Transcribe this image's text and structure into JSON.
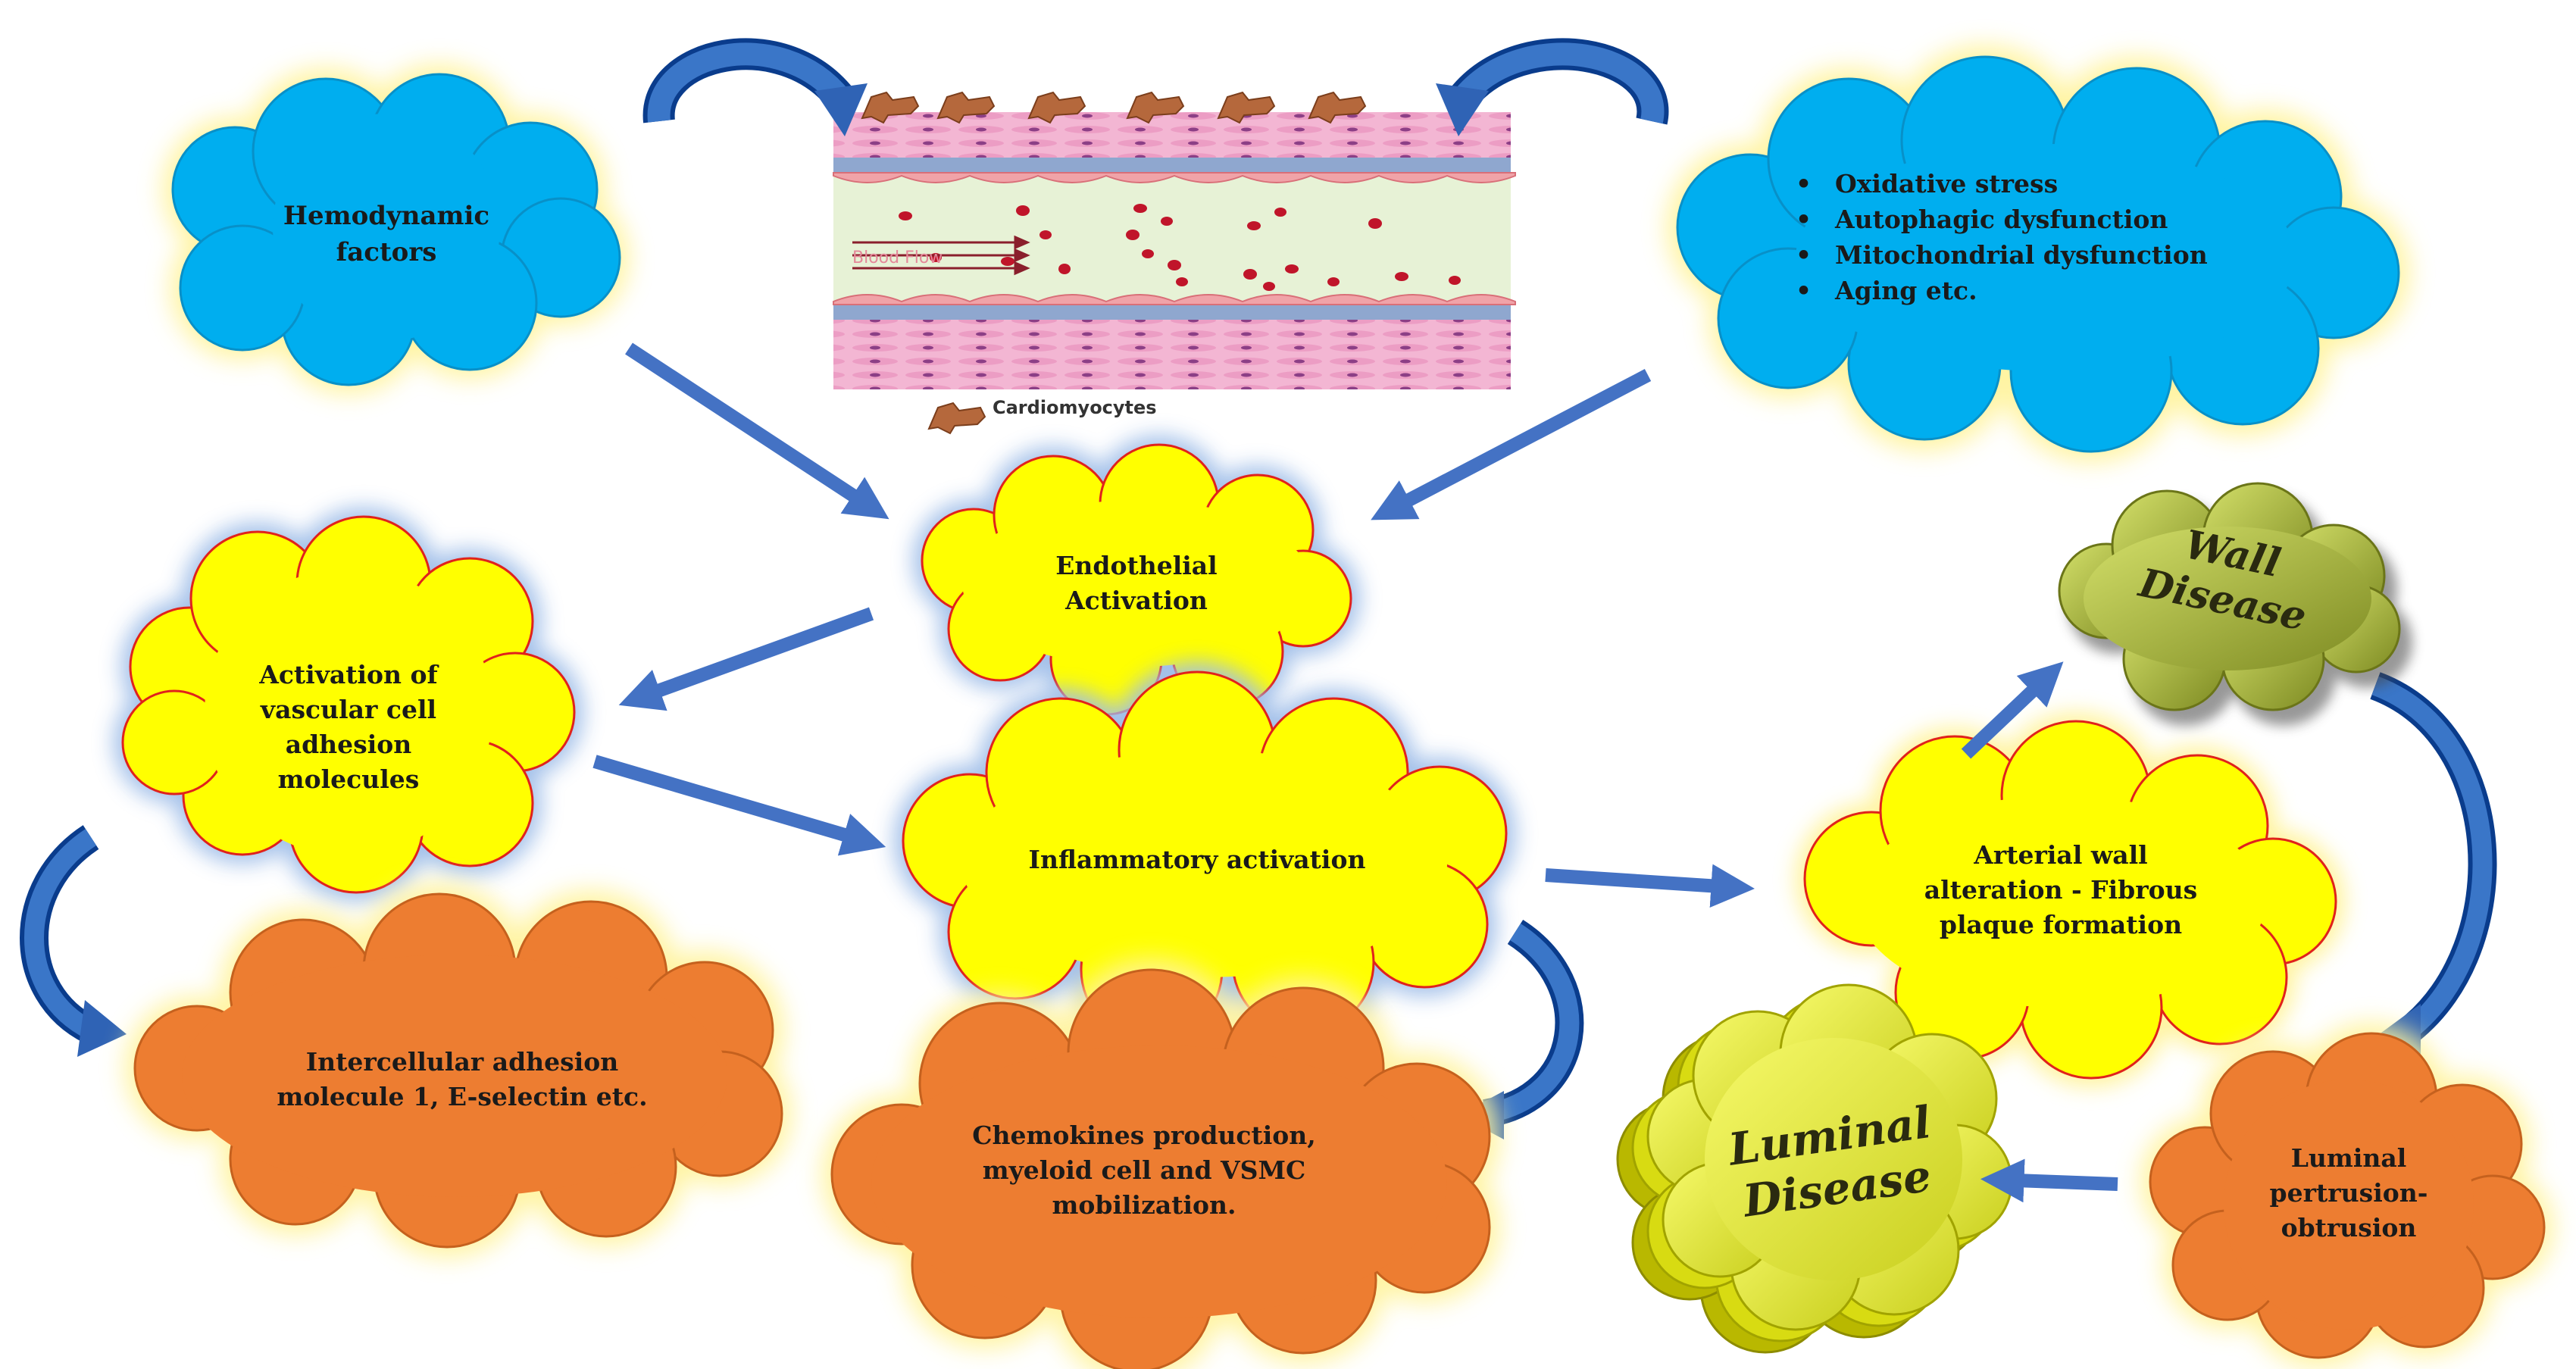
{
  "nodes": {
    "hemodynamic": {
      "lines": [
        "Hemodynamic",
        "factors"
      ]
    },
    "stressors": {
      "items": [
        "Oxidative stress",
        "Autophagic dysfunction",
        "Mitochondrial dysfunction",
        "Aging etc."
      ]
    },
    "endothelial": {
      "lines": [
        "Endothelial",
        "Activation"
      ]
    },
    "vcam": {
      "lines": [
        "Activation of",
        "vascular cell",
        "adhesion",
        "molecules"
      ]
    },
    "inflammatory": {
      "lines": [
        "Inflammatory activation"
      ]
    },
    "icam": {
      "lines": [
        "Intercellular adhesion",
        "molecule 1, E-selectin etc."
      ]
    },
    "chemokines": {
      "lines": [
        "Chemokines production,",
        "myeloid cell and VSMC",
        "mobilization."
      ]
    },
    "arterial_wall": {
      "lines": [
        "Arterial wall",
        "alteration - Fibrous",
        "plaque formation"
      ]
    },
    "wall_disease": {
      "lines": [
        "Wall",
        "Disease"
      ]
    },
    "luminal_protrusion": {
      "lines": [
        "Luminal",
        "pertrusion-",
        "obtrusion"
      ]
    },
    "luminal_disease": {
      "lines": [
        "Luminal",
        "Disease"
      ]
    }
  },
  "vessel": {
    "blood_flow_label": "Blood Flow",
    "cardiomyocytes_label": "Cardiomyocytes"
  },
  "colors": {
    "blue_cloud": "#00AEEF",
    "yellow_cloud": "#FFFF00",
    "orange_cloud": "#ED7D31",
    "olive_cloud": "#A8B83A",
    "arrow": "#4472C4"
  }
}
